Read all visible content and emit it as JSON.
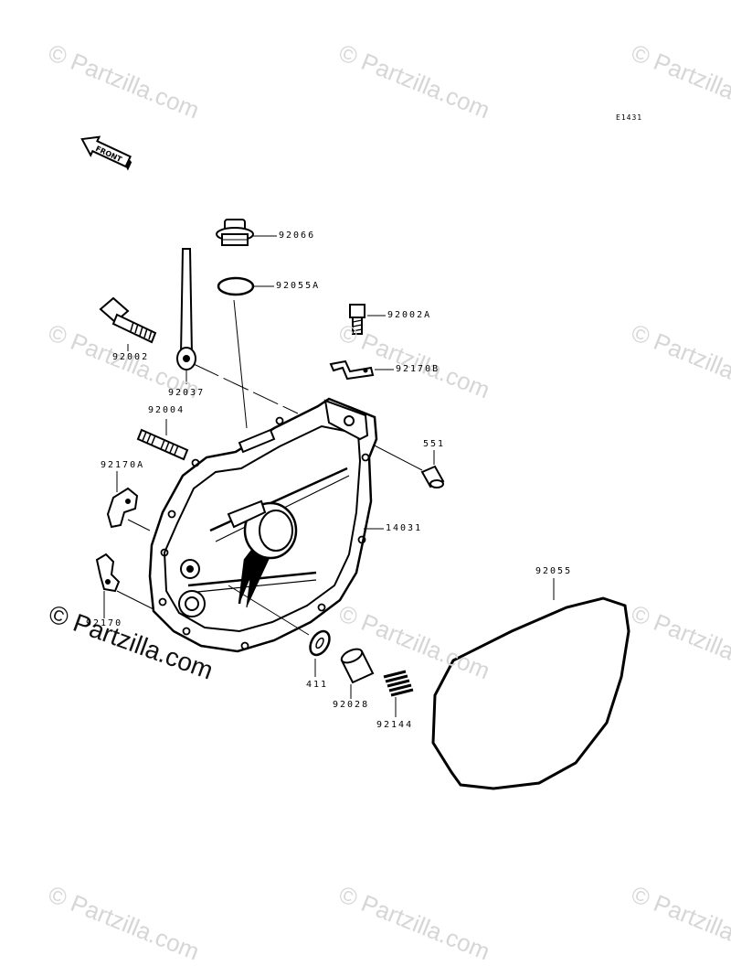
{
  "diagram_code": "E1431",
  "front_arrow_text": "FRONT",
  "watermark_text": "© Partzilla.com",
  "watermark_prominent": "© Partzilla.com",
  "parts": [
    {
      "id": "p92066",
      "label": "92066",
      "icon": "oil-filler-cap-icon"
    },
    {
      "id": "p92055A",
      "label": "92055A",
      "icon": "o-ring-icon"
    },
    {
      "id": "p92002A",
      "label": "92002A",
      "icon": "bolt-icon"
    },
    {
      "id": "p92002",
      "label": "92002",
      "icon": "bolt-icon"
    },
    {
      "id": "p92037",
      "label": "92037",
      "icon": "clamp-strap-icon"
    },
    {
      "id": "p92170B",
      "label": "92170B",
      "icon": "clamp-icon"
    },
    {
      "id": "p92004",
      "label": "92004",
      "icon": "stud-icon"
    },
    {
      "id": "p551",
      "label": "551",
      "icon": "dowel-pin-icon"
    },
    {
      "id": "p92170A",
      "label": "92170A",
      "icon": "clamp-icon"
    },
    {
      "id": "p14031",
      "label": "14031",
      "icon": "engine-cover-icon"
    },
    {
      "id": "p92055",
      "label": "92055",
      "icon": "gasket-icon"
    },
    {
      "id": "p92170",
      "label": "92170",
      "icon": "clamp-icon"
    },
    {
      "id": "p411",
      "label": "411",
      "icon": "washer-icon"
    },
    {
      "id": "p92028",
      "label": "92028",
      "icon": "bushing-icon"
    },
    {
      "id": "p92144",
      "label": "92144",
      "icon": "spring-icon"
    }
  ]
}
